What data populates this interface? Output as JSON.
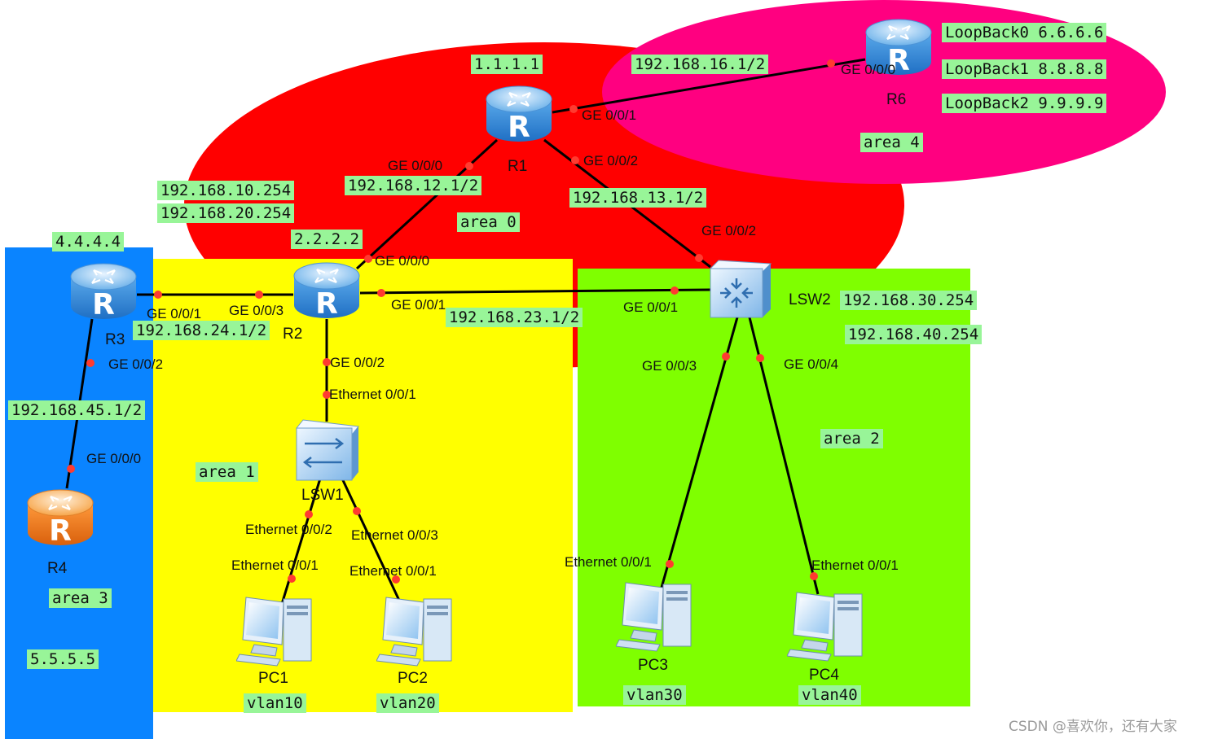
{
  "areas": {
    "area0": "area 0",
    "area1": "area 1",
    "area2": "area 2",
    "area3": "area 3",
    "area4": "area 4"
  },
  "devices": {
    "r1": "R1",
    "r2": "R2",
    "r3": "R3",
    "r4": "R4",
    "r6": "R6",
    "lsw1": "LSW1",
    "lsw2": "LSW2",
    "pc1": "PC1",
    "pc2": "PC2",
    "pc3": "PC3",
    "pc4": "PC4"
  },
  "addresses": {
    "r1_id": "1.1.1.1",
    "r2_id": "2.2.2.2",
    "r3_id": "4.4.4.4",
    "r4_id": "5.5.5.5",
    "r1_r6_net": "192.168.16.1/2",
    "r1_r2_net": "192.168.12.1/2",
    "r1_lsw2_net": "192.168.13.1/2",
    "r2_gw_vlan10": "192.168.10.254",
    "r2_gw_vlan20": "192.168.20.254",
    "r2_r3_net": "192.168.24.1/2",
    "r2_lsw2_net": "192.168.23.1/2",
    "r3_r4_net": "192.168.45.1/2",
    "lsw2_gw_vlan30": "192.168.30.254",
    "lsw2_gw_vlan40": "192.168.40.254",
    "loopback0": "LoopBack0 6.6.6.6",
    "loopback1": "LoopBack1 8.8.8.8",
    "loopback2": "LoopBack2 9.9.9.9"
  },
  "vlans": {
    "pc1": "vlan10",
    "pc2": "vlan20",
    "pc3": "vlan30",
    "pc4": "vlan40"
  },
  "ports": {
    "r6_g000": "GE 0/0/0",
    "r1_g001": "GE 0/0/1",
    "r1_g000": "GE 0/0/0",
    "r1_g002": "GE 0/0/2",
    "lsw2_g002": "GE 0/0/2",
    "r2_g000": "GE 0/0/0",
    "r2_g001": "GE 0/0/1",
    "r2_g003": "GE 0/0/3",
    "r3_g001": "GE 0/0/1",
    "r3_g002": "GE 0/0/2",
    "r4_g000": "GE 0/0/0",
    "r2_g002": "GE 0/0/2",
    "lsw1_e001": "Ethernet 0/0/1",
    "lsw2_g001": "GE 0/0/1",
    "lsw2_g003": "GE 0/0/3",
    "lsw2_g004": "GE 0/0/4",
    "lsw1_e002": "Ethernet 0/0/2",
    "lsw1_e003": "Ethernet 0/0/3",
    "pc1_e001": "Ethernet 0/0/1",
    "pc2_e001": "Ethernet 0/0/1",
    "pc3_e001": "Ethernet 0/0/1",
    "pc4_e001": "Ethernet 0/0/1"
  },
  "colors": {
    "area0": "#ff0000",
    "area1": "#ffff00",
    "area2": "#7fff00",
    "area3": "#0a84ff",
    "area4": "#ff0080",
    "label_bg": "#98f598"
  },
  "watermark": "CSDN @喜欢你，还有大家"
}
